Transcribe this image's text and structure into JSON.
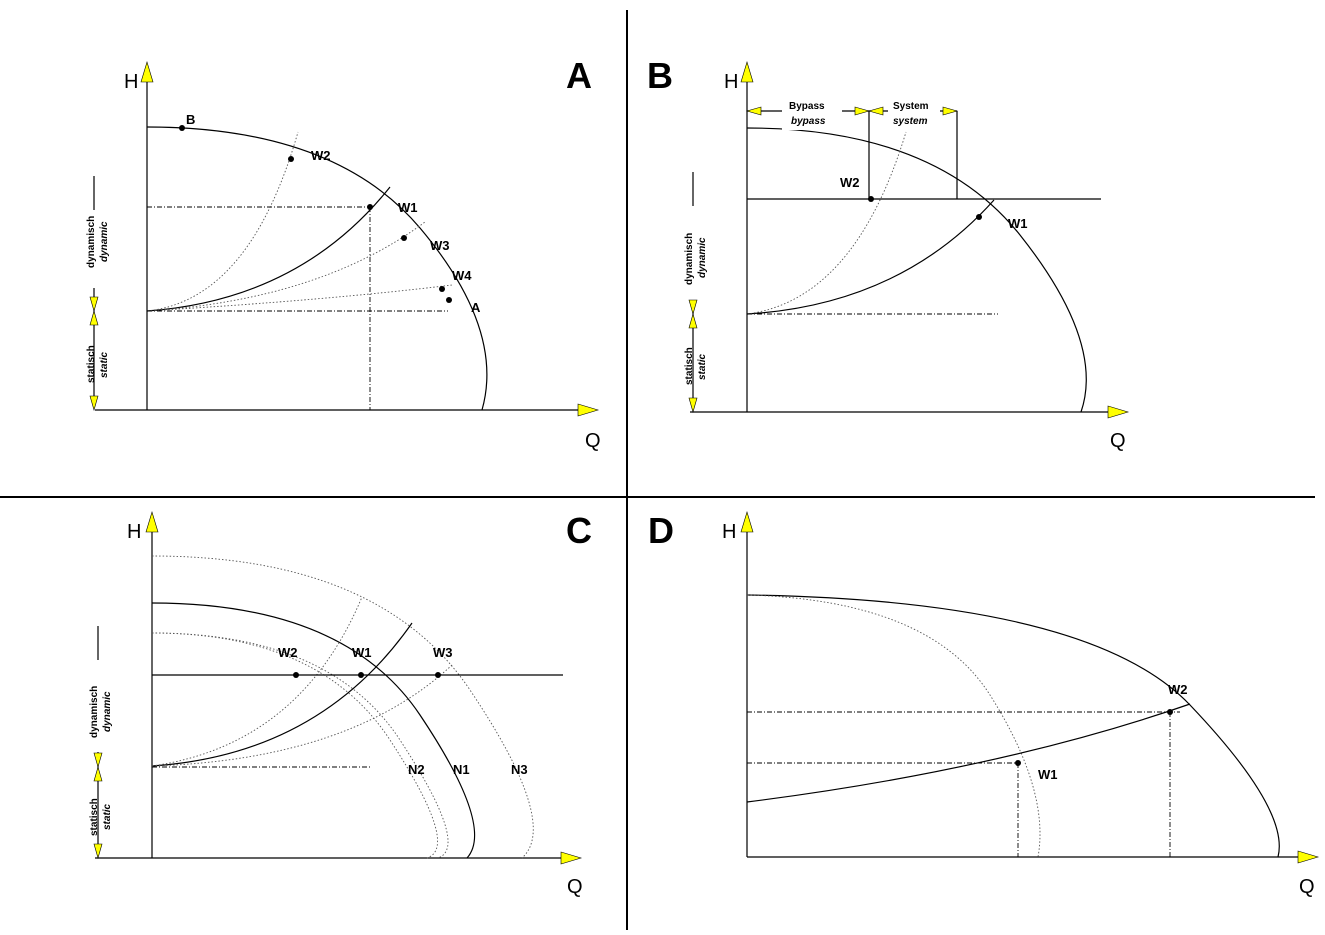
{
  "axes": {
    "y_label": "H",
    "x_label": "Q"
  },
  "dims": {
    "dynamic_de": "dynamisch",
    "dynamic_en": "dynamic",
    "static_de": "statisch",
    "static_en": "static"
  },
  "panel_a": {
    "label": "A",
    "points": {
      "b": "B",
      "w2": "W2",
      "w1": "W1",
      "w3": "W3",
      "w4": "W4",
      "a": "A"
    }
  },
  "panel_b": {
    "label": "B",
    "bypass_de": "Bypass",
    "bypass_en": "bypass",
    "system_de": "System",
    "system_en": "system",
    "points": {
      "w2": "W2",
      "w1": "W1"
    }
  },
  "panel_c": {
    "label": "C",
    "points": {
      "w2": "W2",
      "w1": "W1",
      "w3": "W3"
    },
    "curves": {
      "n2": "N2",
      "n1": "N1",
      "n3": "N3"
    }
  },
  "panel_d": {
    "label": "D",
    "points": {
      "w2": "W2",
      "w1": "W1"
    }
  },
  "colors": {
    "arrow_fill": "#ffff00",
    "line": "#000000",
    "dotted": "#555555"
  }
}
